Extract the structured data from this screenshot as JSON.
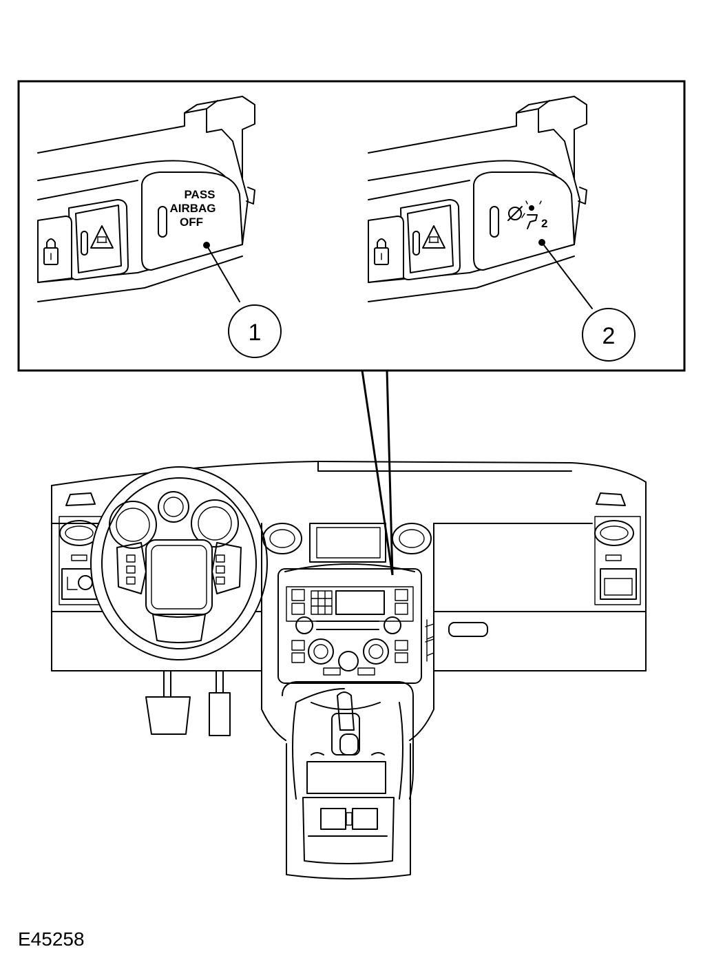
{
  "figure_id": "E45258",
  "callouts": [
    {
      "number": "1",
      "switch_text": [
        "PASS",
        "AIRBAG",
        "OFF"
      ]
    },
    {
      "number": "2",
      "switch_text": [
        "2"
      ]
    }
  ],
  "icons": [
    "padlock-icon",
    "hazard-warning-icon",
    "airbag-off-symbol-icon"
  ]
}
